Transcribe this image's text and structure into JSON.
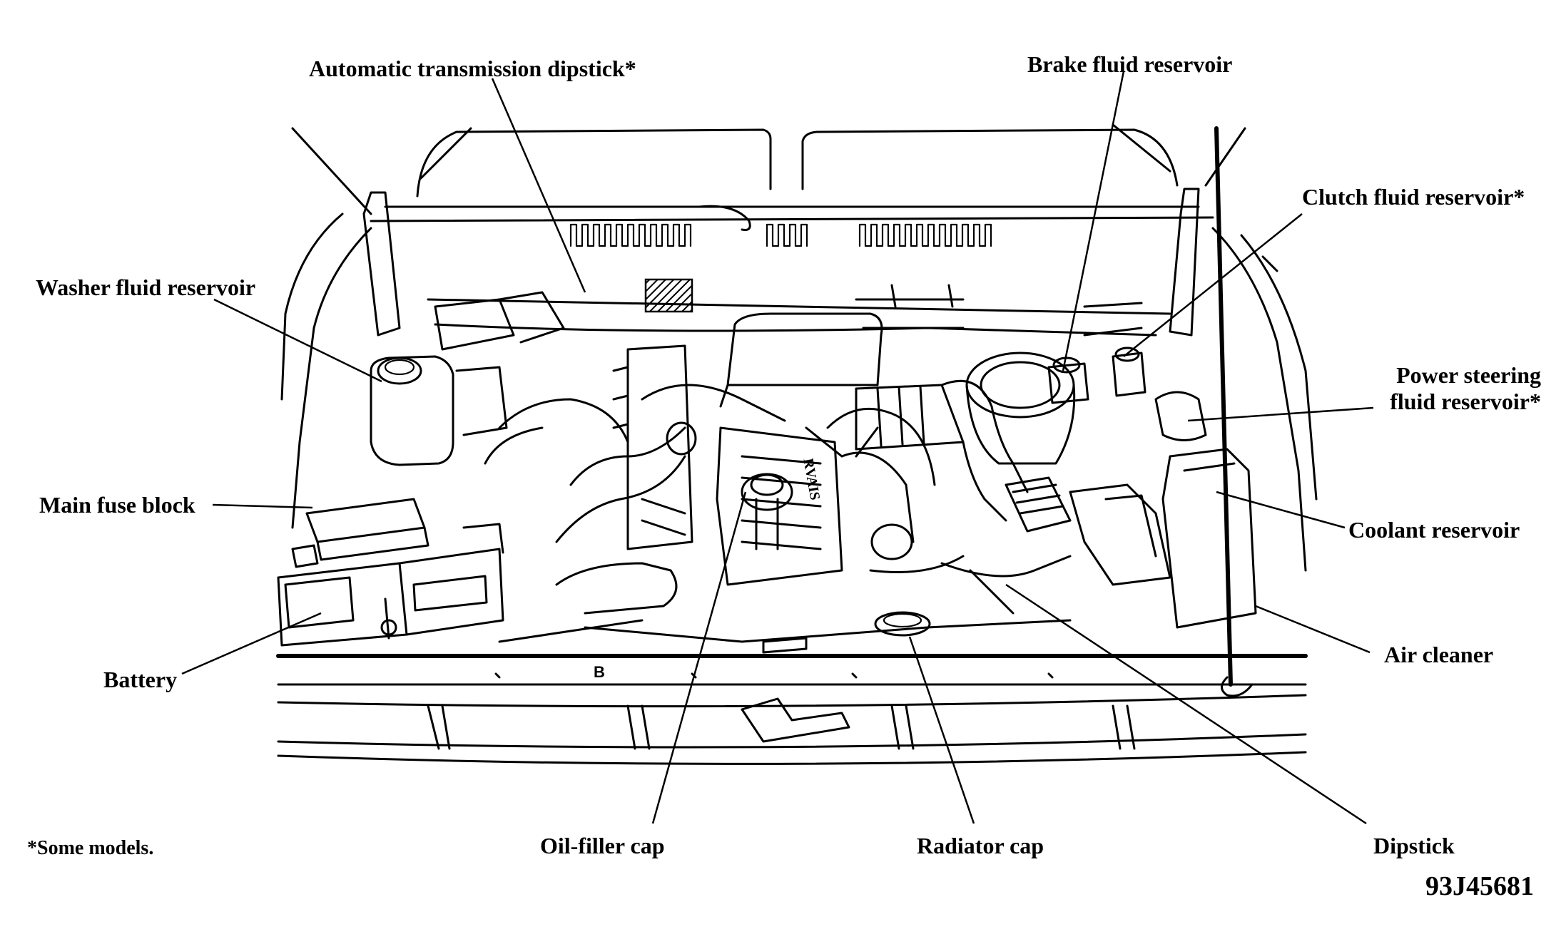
{
  "labels": {
    "auto_trans_dipstick": "Automatic transmission dipstick*",
    "brake_fluid": "Brake fluid reservoir",
    "clutch_fluid": "Clutch fluid reservoir*",
    "washer_fluid": "Washer fluid reservoir",
    "power_steering_line1": "Power steering",
    "power_steering_line2": "fluid reservoir*",
    "main_fuse": "Main fuse block",
    "coolant": "Coolant reservoir",
    "air_cleaner": "Air cleaner",
    "battery": "Battery",
    "oil_filler": "Oil-filler cap",
    "radiator_cap": "Radiator cap",
    "dipstick": "Dipstick"
  },
  "footnote": "*Some models.",
  "figure_id": "93J45681",
  "intake_lettering": "RVAIS"
}
